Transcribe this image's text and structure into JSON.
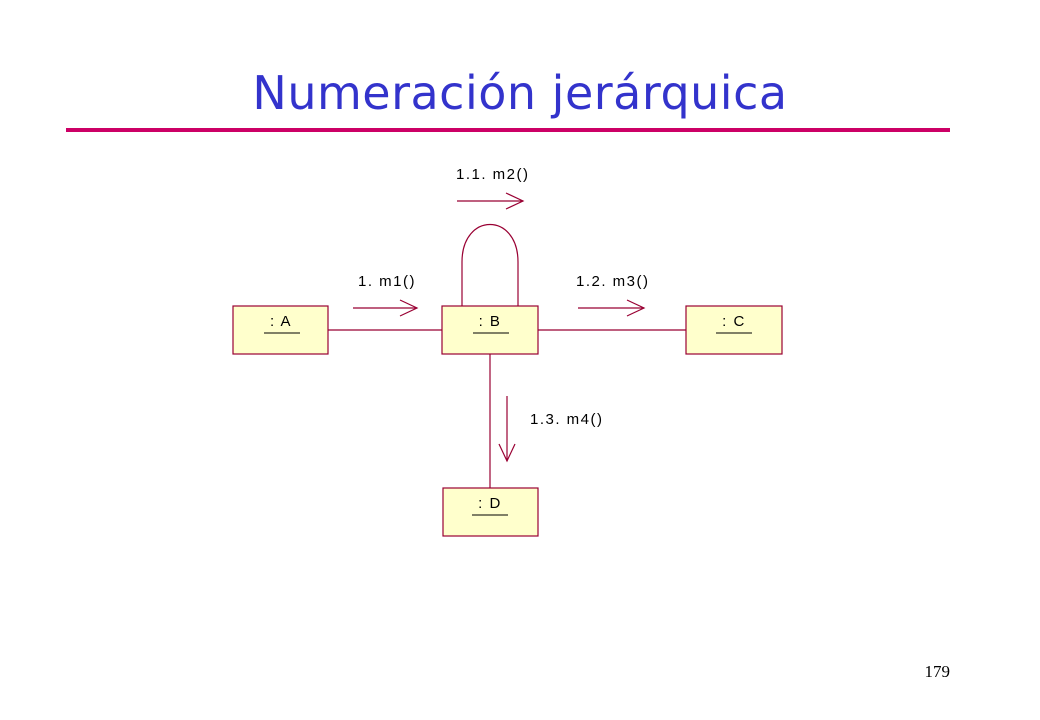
{
  "slide": {
    "title": "Numeración jerárquica",
    "page_number": "179",
    "accent_color": "#cc0066",
    "title_color": "#3333cc"
  },
  "diagram": {
    "objects": [
      {
        "id": "A",
        "label": ": A"
      },
      {
        "id": "B",
        "label": ": B"
      },
      {
        "id": "C",
        "label": ": C"
      },
      {
        "id": "D",
        "label": ": D"
      }
    ],
    "messages": [
      {
        "seq": "1. m1()",
        "from": "A",
        "to": "B"
      },
      {
        "seq": "1.1. m2()",
        "from": "B",
        "to": "B"
      },
      {
        "seq": "1.2. m3()",
        "from": "B",
        "to": "C"
      },
      {
        "seq": "1.3. m4()",
        "from": "B",
        "to": "D"
      }
    ],
    "box_fill": "#ffffcc",
    "box_stroke": "#990033"
  }
}
